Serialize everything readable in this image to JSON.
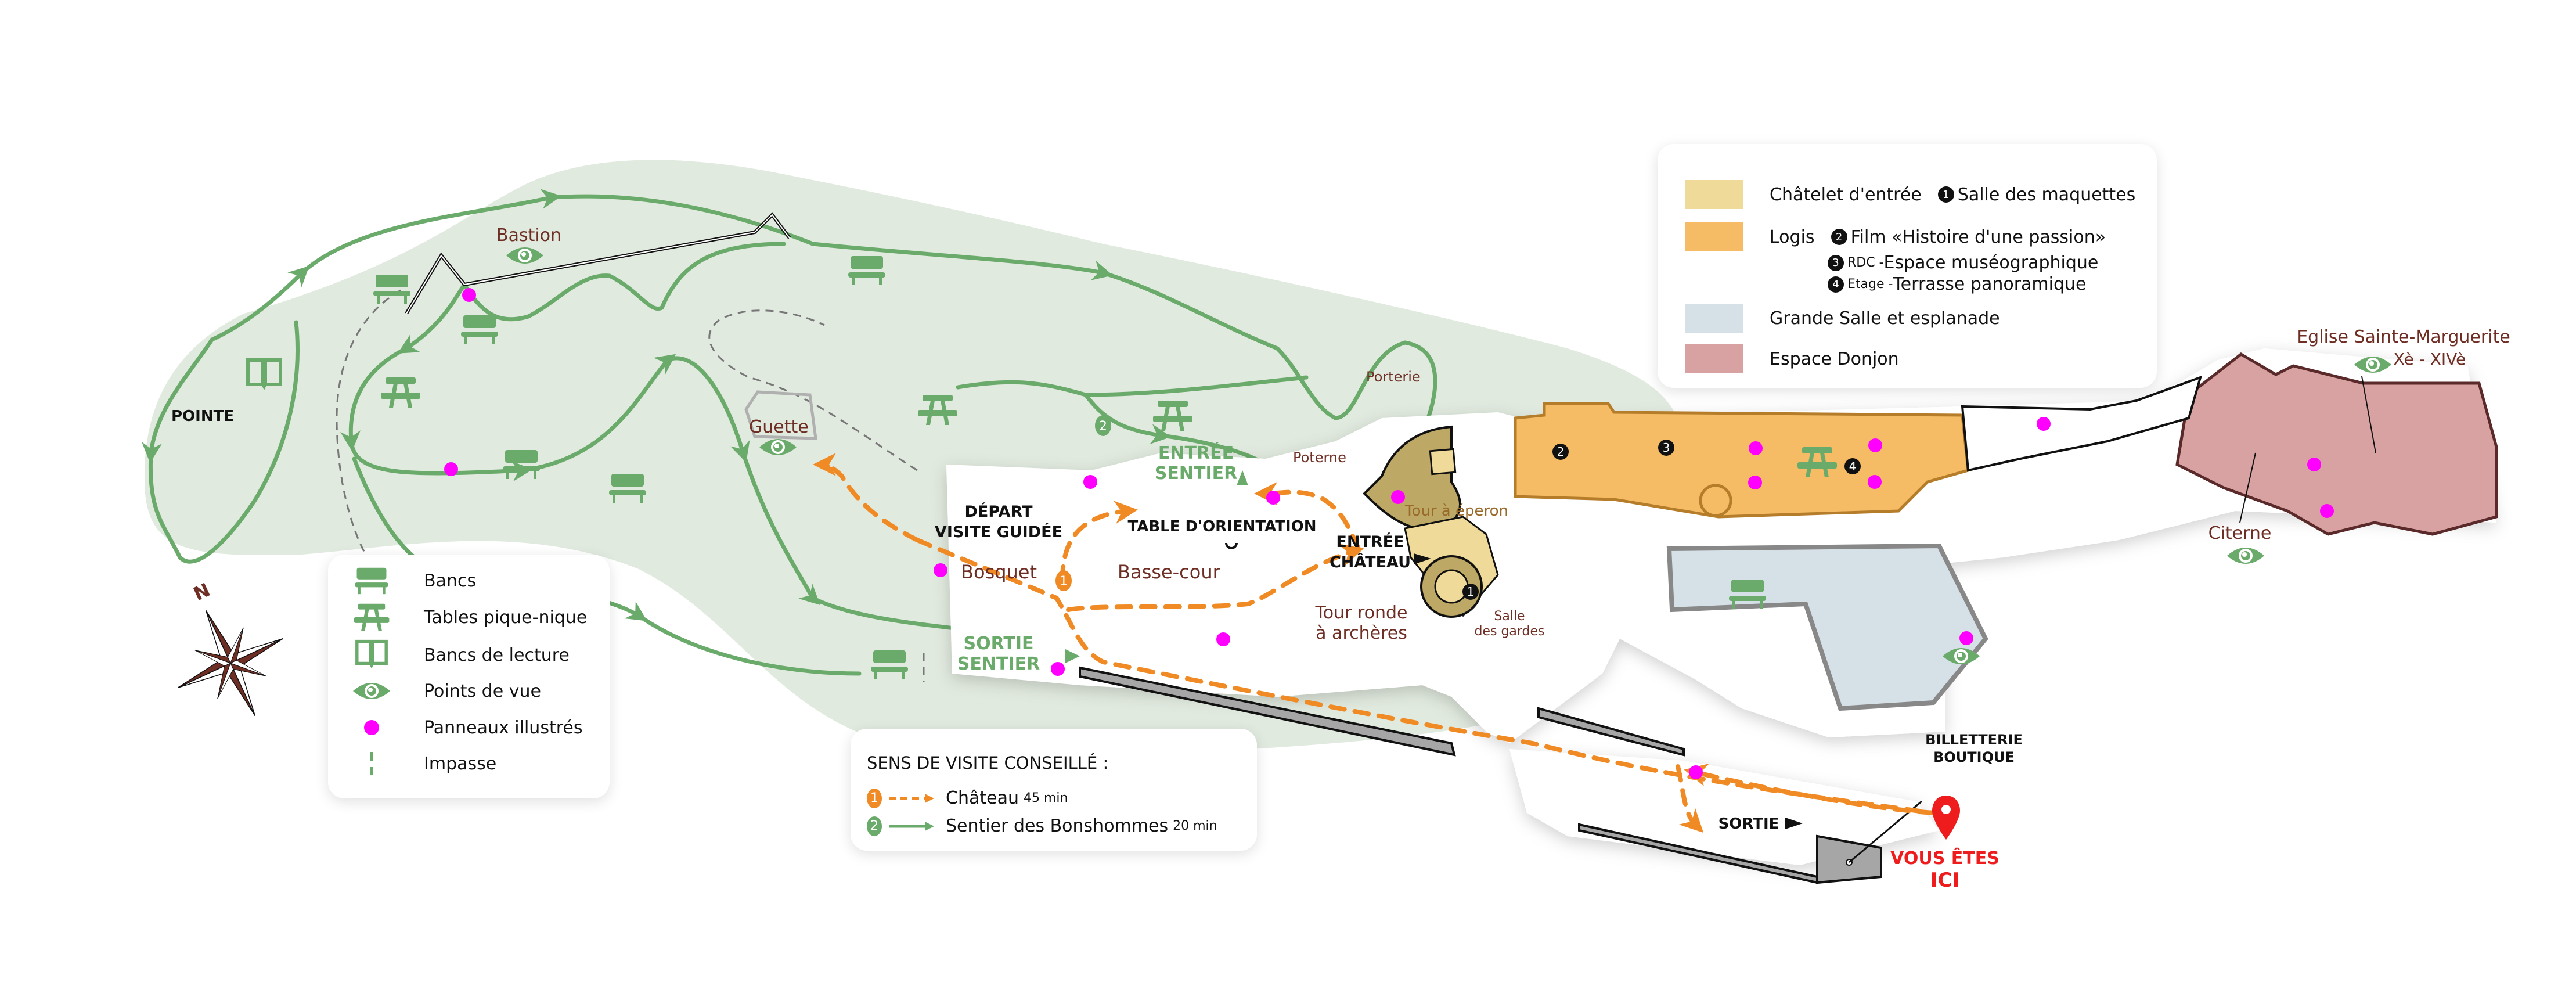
{
  "map": {
    "compass": {
      "north_label": "N"
    },
    "areas": {
      "pointe": "POINTE",
      "bastion": "Bastion",
      "guette": "Guette",
      "porterie": "Porterie",
      "poterne": "Poterne",
      "depart_line1": "DÉPART",
      "depart_line2": "VISITE GUIDÉE",
      "table_orientation": "TABLE D'ORIENTATION",
      "bosquet": "Bosquet",
      "basse_cour": "Basse-cour",
      "entree_sentier_line1": "ENTRÉE",
      "entree_sentier_line2": "SENTIER",
      "sortie_sentier_line1": "SORTIE",
      "sortie_sentier_line2": "SENTIER",
      "entree_chateau_line1": "ENTRÉE",
      "entree_chateau_line2": "CHÂTEAU",
      "tour_eperon": "Tour à éperon",
      "tour_ronde_line1": "Tour ronde",
      "tour_ronde_line2": "à archères",
      "salle_gardes_line1": "Salle",
      "salle_gardes_line2": "des gardes",
      "eglise_line1": "Eglise Sainte-Marguerite",
      "eglise_line2": "Xè - XIVè",
      "citerne": "Citerne",
      "billetterie_line1": "BILLETTERIE",
      "billetterie_line2": "BOUTIQUE",
      "sortie": "SORTIE",
      "vous_etes_line1": "VOUS ÊTES",
      "vous_etes_line2": "ICI"
    },
    "markers": {
      "route1_badge": "1",
      "route2_badge": "2",
      "room1": "1",
      "room2": "2",
      "room3": "3",
      "room4": "4"
    }
  },
  "zones_legend": {
    "items": [
      {
        "label": "Châtelet d'entrée",
        "color": "#f0da9a",
        "badge": "1",
        "detail_prefix": "",
        "detail": "Salle des maquettes"
      },
      {
        "label": "Logis",
        "color": "#f5bc65",
        "subitems": [
          {
            "badge": "2",
            "prefix": "",
            "text": "Film «Histoire d'une passion»"
          },
          {
            "badge": "3",
            "prefix": "RDC - ",
            "text": "Espace muséographique"
          },
          {
            "badge": "4",
            "prefix": "Etage - ",
            "text": "Terrasse panoramique"
          }
        ]
      },
      {
        "label": "Grande Salle et esplanade",
        "color": "#d6e1e7"
      },
      {
        "label": "Espace Donjon",
        "color": "#d9a2a2"
      }
    ]
  },
  "symbols_legend": {
    "items": [
      {
        "icon": "bench-icon",
        "label": "Bancs"
      },
      {
        "icon": "picnic-table-icon",
        "label": "Tables pique-nique"
      },
      {
        "icon": "reading-bench-icon",
        "label": "Bancs de lecture"
      },
      {
        "icon": "viewpoint-eye-icon",
        "label": "Points de vue"
      },
      {
        "icon": "info-panel-dot-icon",
        "label": "Panneaux illustrés"
      },
      {
        "icon": "dead-end-dash-icon",
        "label": "Impasse"
      }
    ]
  },
  "route_legend": {
    "title": "SENS DE VISITE CONSEILLÉ :",
    "routes": [
      {
        "badge": "1",
        "name": "Château",
        "duration": "45 min",
        "color": "#ef8a24",
        "style": "dashed"
      },
      {
        "badge": "2",
        "name": "Sentier des Bonshommes",
        "duration": "20 min",
        "color": "#6aaa6a",
        "style": "solid"
      }
    ]
  },
  "colors": {
    "park_green": "#e1eadf",
    "trail_green": "#6aaa6a",
    "route_orange": "#ef8a24",
    "info_magenta": "#ff00ff",
    "label_brown": "#6e2e24",
    "you_are_here_red": "#ee1c1c",
    "chatelet": "#f0da9a",
    "logis": "#f5bc65",
    "grande_salle": "#d6e1e7",
    "donjon": "#d9a2a2",
    "tour_olive": "#bda865"
  }
}
